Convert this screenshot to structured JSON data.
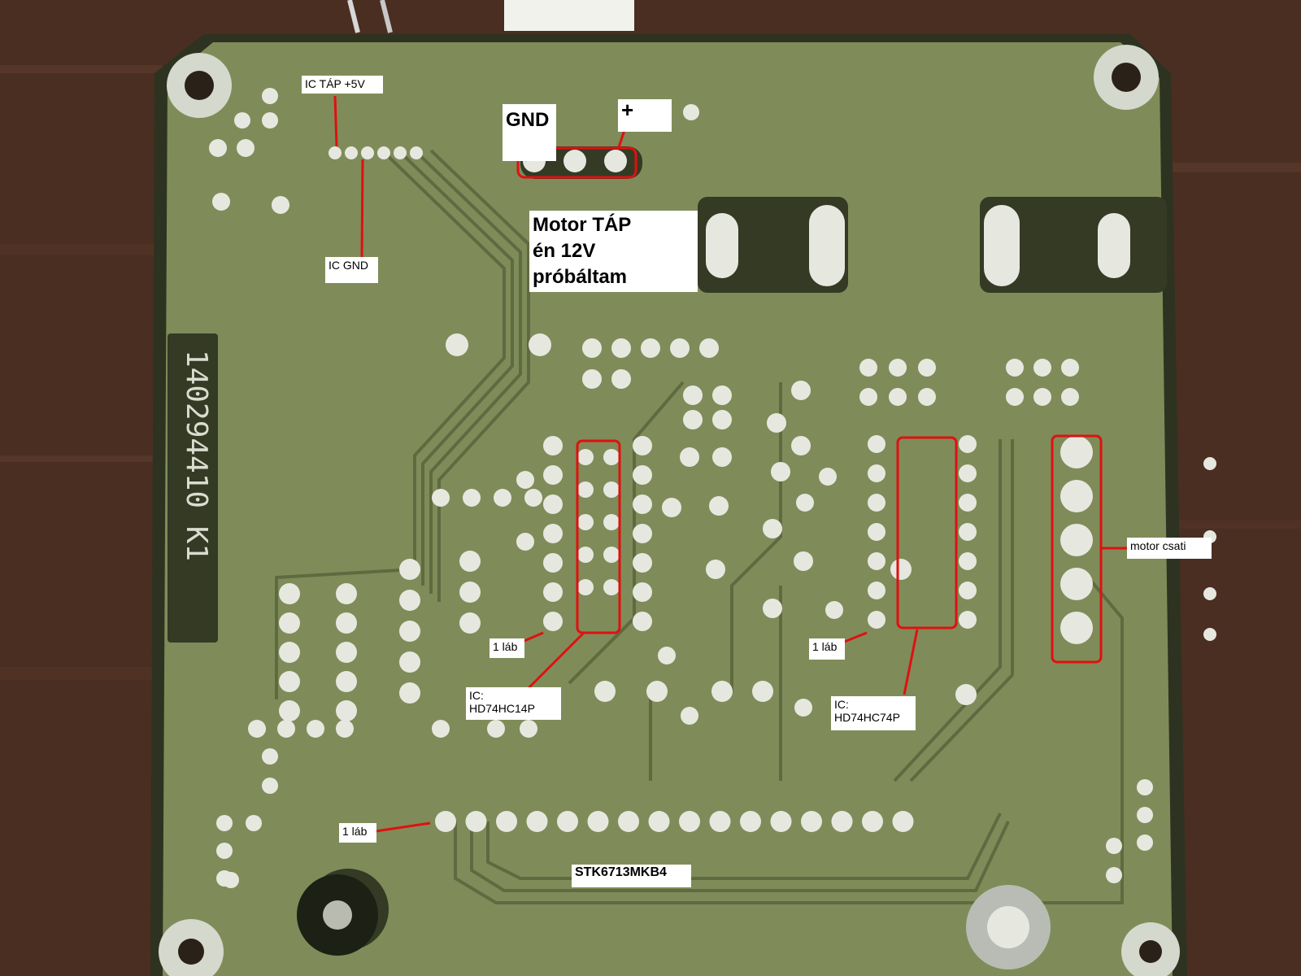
{
  "labels": {
    "ic_tap": "IC TÁP +5V",
    "ic_gnd": "IC GND",
    "gnd": "GND",
    "plus": "+",
    "motor_tap": "Motor TÁP\nén 12V\npróbáltam",
    "motor_csati": "motor csati",
    "pin1_left": "1 láb",
    "pin1_right": "1 láb",
    "pin1_bottom": "1 láb",
    "ic1": "IC:\nHD74HC14P",
    "ic2": "IC:\nHD74HC74P",
    "stk": "STK6713MKB4",
    "silkscreen": "140294410 K1"
  },
  "colors": {
    "wood": "#4a2e22",
    "board": "#7f8c59",
    "board_dark": "#343a24",
    "trace": "#6f7b4d",
    "pad": "#e6e8e0",
    "annotation": "#e01010",
    "label_bg": "#ffffff"
  }
}
